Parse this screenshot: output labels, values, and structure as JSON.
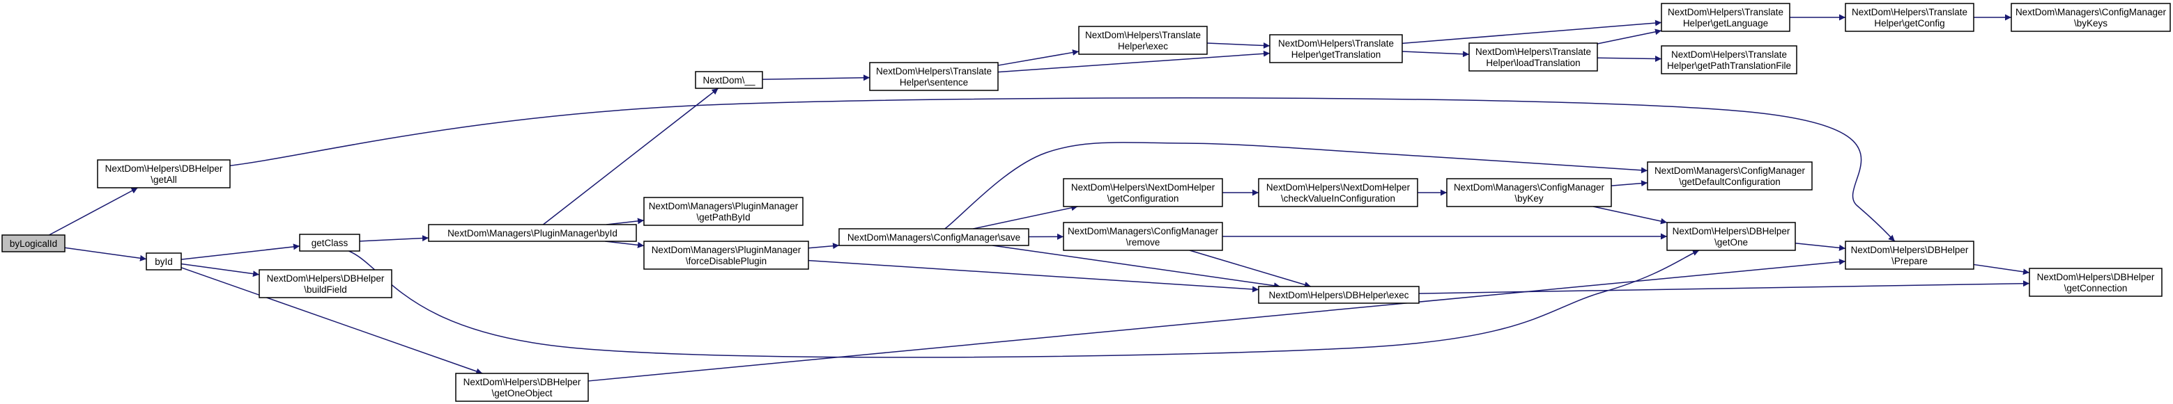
{
  "colors": {
    "edge": "#191970",
    "root_fill": "#bfbfbf",
    "node_fill": "#ffffff",
    "node_border": "#000000"
  },
  "nodes": [
    {
      "id": "byLogicalId",
      "lines": [
        "byLogicalId"
      ],
      "root": true
    },
    {
      "id": "getAll",
      "lines": [
        "NextDom\\Helpers\\DBHelper",
        "\\getAll"
      ]
    },
    {
      "id": "byId",
      "lines": [
        "byId"
      ]
    },
    {
      "id": "getClass",
      "lines": [
        "getClass"
      ]
    },
    {
      "id": "buildField",
      "lines": [
        "NextDom\\Helpers\\DBHelper",
        "\\buildField"
      ]
    },
    {
      "id": "getOneObject",
      "lines": [
        "NextDom\\Helpers\\DBHelper",
        "\\getOneObject"
      ]
    },
    {
      "id": "pmById",
      "lines": [
        "NextDom\\Managers\\PluginManager\\byId"
      ]
    },
    {
      "id": "ndTranslate",
      "lines": [
        "NextDom\\__"
      ]
    },
    {
      "id": "getPathById",
      "lines": [
        "NextDom\\Managers\\PluginManager",
        "\\getPathById"
      ]
    },
    {
      "id": "forceDisablePlugin",
      "lines": [
        "NextDom\\Managers\\PluginManager",
        "\\forceDisablePlugin"
      ]
    },
    {
      "id": "sentence",
      "lines": [
        "NextDom\\Helpers\\Translate",
        "Helper\\sentence"
      ]
    },
    {
      "id": "cmSave",
      "lines": [
        "NextDom\\Managers\\ConfigManager\\save"
      ]
    },
    {
      "id": "thExec",
      "lines": [
        "NextDom\\Helpers\\Translate",
        "Helper\\exec"
      ]
    },
    {
      "id": "getConfiguration",
      "lines": [
        "NextDom\\Helpers\\NextDomHelper",
        "\\getConfiguration"
      ]
    },
    {
      "id": "cmRemove",
      "lines": [
        "NextDom\\Managers\\ConfigManager",
        "\\remove"
      ]
    },
    {
      "id": "getTranslation",
      "lines": [
        "NextDom\\Helpers\\Translate",
        "Helper\\getTranslation"
      ]
    },
    {
      "id": "checkValueInConfiguration",
      "lines": [
        "NextDom\\Helpers\\NextDomHelper",
        "\\checkValueInConfiguration"
      ]
    },
    {
      "id": "dbExec",
      "lines": [
        "NextDom\\Helpers\\DBHelper\\exec"
      ]
    },
    {
      "id": "loadTranslation",
      "lines": [
        "NextDom\\Helpers\\Translate",
        "Helper\\loadTranslation"
      ]
    },
    {
      "id": "cmByKey",
      "lines": [
        "NextDom\\Managers\\ConfigManager",
        "\\byKey"
      ]
    },
    {
      "id": "getLanguage",
      "lines": [
        "NextDom\\Helpers\\Translate",
        "Helper\\getLanguage"
      ]
    },
    {
      "id": "getPathTranslationFile",
      "lines": [
        "NextDom\\Helpers\\Translate",
        "Helper\\getPathTranslationFile"
      ]
    },
    {
      "id": "getDefaultConfiguration",
      "lines": [
        "NextDom\\Managers\\ConfigManager",
        "\\getDefaultConfiguration"
      ]
    },
    {
      "id": "getOne",
      "lines": [
        "NextDom\\Helpers\\DBHelper",
        "\\getOne"
      ]
    },
    {
      "id": "getConfig",
      "lines": [
        "NextDom\\Helpers\\Translate",
        "Helper\\getConfig"
      ]
    },
    {
      "id": "prepare",
      "lines": [
        "NextDom\\Helpers\\DBHelper",
        "\\Prepare"
      ]
    },
    {
      "id": "cmByKeys",
      "lines": [
        "NextDom\\Managers\\ConfigManager",
        "\\byKeys"
      ]
    },
    {
      "id": "getConnection",
      "lines": [
        "NextDom\\Helpers\\DBHelper",
        "\\getConnection"
      ]
    }
  ],
  "edges": [
    [
      "byLogicalId",
      "getAll"
    ],
    [
      "byLogicalId",
      "byId"
    ],
    [
      "getAll",
      "prepare"
    ],
    [
      "byId",
      "getClass"
    ],
    [
      "byId",
      "buildField"
    ],
    [
      "byId",
      "getOneObject"
    ],
    [
      "getClass",
      "pmById"
    ],
    [
      "getClass",
      "getOne"
    ],
    [
      "getOneObject",
      "prepare"
    ],
    [
      "pmById",
      "ndTranslate"
    ],
    [
      "pmById",
      "getPathById"
    ],
    [
      "pmById",
      "forceDisablePlugin"
    ],
    [
      "ndTranslate",
      "sentence"
    ],
    [
      "forceDisablePlugin",
      "cmSave"
    ],
    [
      "forceDisablePlugin",
      "dbExec"
    ],
    [
      "sentence",
      "thExec"
    ],
    [
      "sentence",
      "getTranslation"
    ],
    [
      "cmSave",
      "getDefaultConfiguration"
    ],
    [
      "cmSave",
      "getConfiguration"
    ],
    [
      "cmSave",
      "cmRemove"
    ],
    [
      "cmSave",
      "dbExec"
    ],
    [
      "thExec",
      "getTranslation"
    ],
    [
      "getConfiguration",
      "checkValueInConfiguration"
    ],
    [
      "cmRemove",
      "getOne"
    ],
    [
      "cmRemove",
      "dbExec"
    ],
    [
      "getTranslation",
      "getLanguage"
    ],
    [
      "getTranslation",
      "loadTranslation"
    ],
    [
      "checkValueInConfiguration",
      "cmByKey"
    ],
    [
      "dbExec",
      "getConnection"
    ],
    [
      "loadTranslation",
      "getLanguage"
    ],
    [
      "loadTranslation",
      "getPathTranslationFile"
    ],
    [
      "cmByKey",
      "getDefaultConfiguration"
    ],
    [
      "cmByKey",
      "getOne"
    ],
    [
      "getLanguage",
      "getConfig"
    ],
    [
      "getOne",
      "prepare"
    ],
    [
      "getConfig",
      "cmByKeys"
    ],
    [
      "prepare",
      "getConnection"
    ]
  ]
}
